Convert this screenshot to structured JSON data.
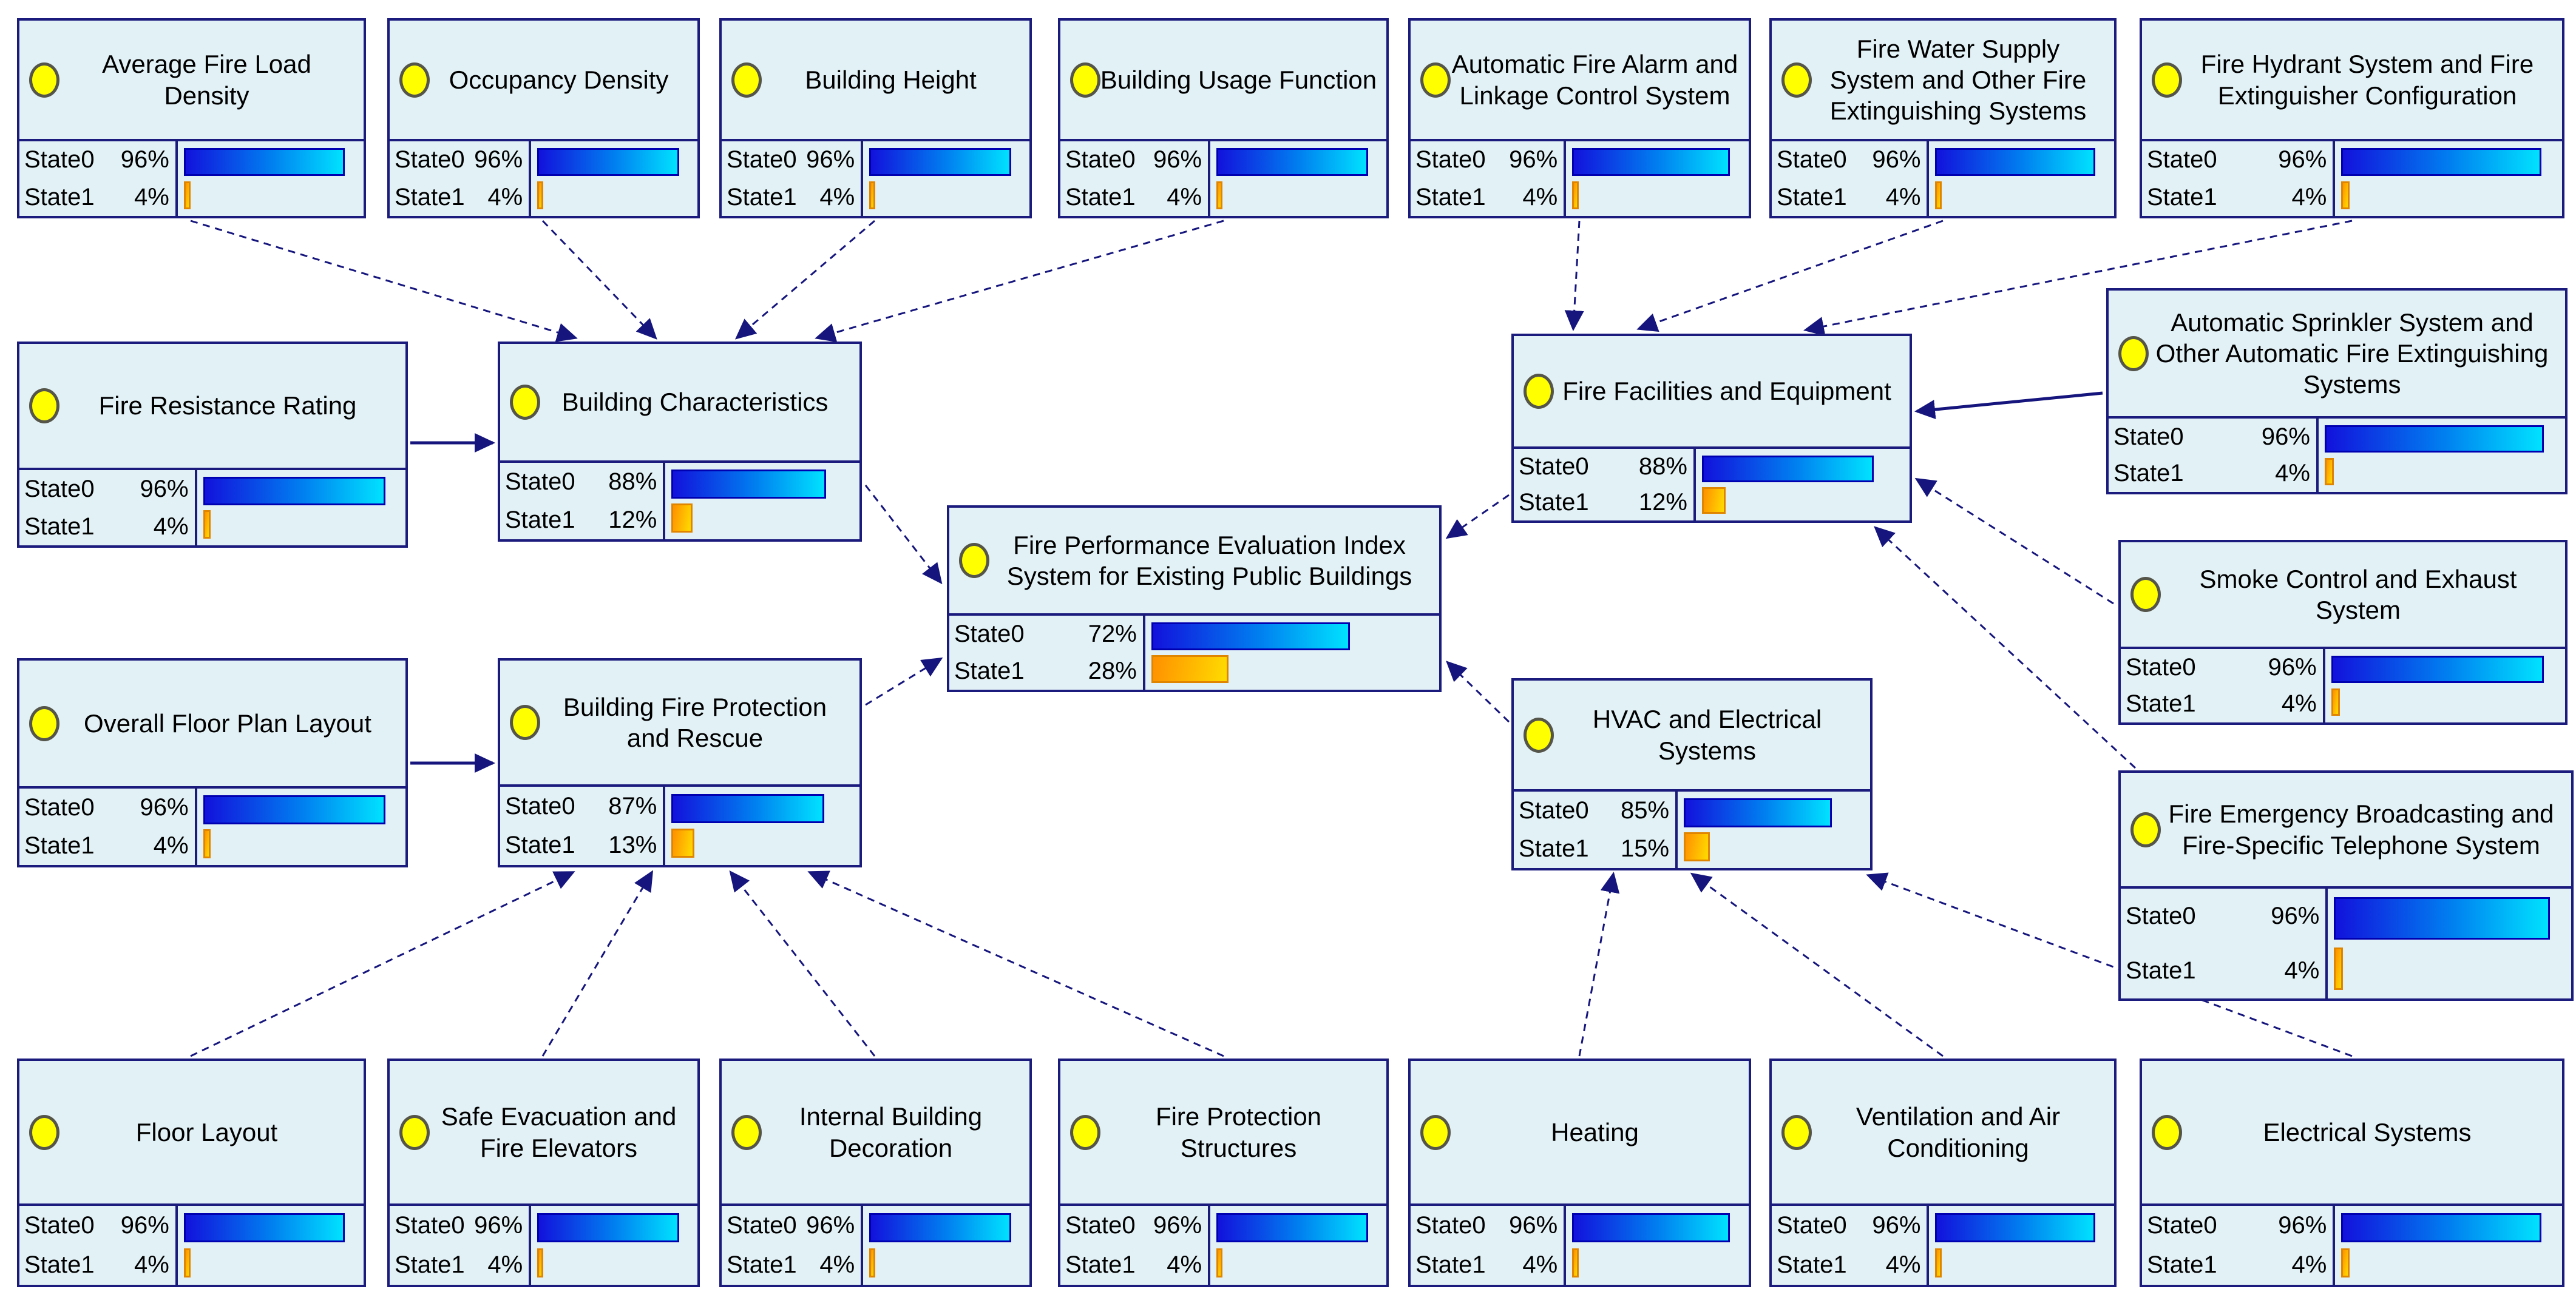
{
  "diagram": {
    "type": "bayesian-network",
    "colors": {
      "node_fill": "#e2f1f6",
      "node_border": "#1b1b7d",
      "arrow": "#15157d",
      "bar_blue_start": "#1212dc",
      "bar_blue_end": "#00e2ff",
      "bar_orange_start": "#ff9000",
      "bar_orange_end": "#ffdc00",
      "node_icon": "#ffff00"
    },
    "nodes": [
      {
        "id": "avg-fire-load-density",
        "title": "Average Fire Load Density",
        "states": [
          {
            "label": "State0",
            "value": 96,
            "display": "96%"
          },
          {
            "label": "State1",
            "value": 4,
            "display": "4%"
          }
        ]
      },
      {
        "id": "occupancy-density",
        "title": "Occupancy Density",
        "states": [
          {
            "label": "State0",
            "value": 96,
            "display": "96%"
          },
          {
            "label": "State1",
            "value": 4,
            "display": "4%"
          }
        ]
      },
      {
        "id": "building-height",
        "title": "Building Height",
        "states": [
          {
            "label": "State0",
            "value": 96,
            "display": "96%"
          },
          {
            "label": "State1",
            "value": 4,
            "display": "4%"
          }
        ]
      },
      {
        "id": "building-usage-function",
        "title": "Building Usage Function",
        "states": [
          {
            "label": "State0",
            "value": 96,
            "display": "96%"
          },
          {
            "label": "State1",
            "value": 4,
            "display": "4%"
          }
        ]
      },
      {
        "id": "automatic-fire-alarm-linkage",
        "title": "Automatic Fire Alarm and Linkage Control System",
        "states": [
          {
            "label": "State0",
            "value": 96,
            "display": "96%"
          },
          {
            "label": "State1",
            "value": 4,
            "display": "4%"
          }
        ]
      },
      {
        "id": "fire-water-supply",
        "title": "Fire Water Supply System and Other Fire Extinguishing Systems",
        "states": [
          {
            "label": "State0",
            "value": 96,
            "display": "96%"
          },
          {
            "label": "State1",
            "value": 4,
            "display": "4%"
          }
        ]
      },
      {
        "id": "fire-hydrant-extinguisher",
        "title": "Fire Hydrant System and Fire Extinguisher Configuration",
        "states": [
          {
            "label": "State0",
            "value": 96,
            "display": "96%"
          },
          {
            "label": "State1",
            "value": 4,
            "display": "4%"
          }
        ]
      },
      {
        "id": "fire-resistance-rating",
        "title": "Fire Resistance Rating",
        "states": [
          {
            "label": "State0",
            "value": 96,
            "display": "96%"
          },
          {
            "label": "State1",
            "value": 4,
            "display": "4%"
          }
        ]
      },
      {
        "id": "building-characteristics",
        "title": "Building Characteristics",
        "states": [
          {
            "label": "State0",
            "value": 88,
            "display": "88%"
          },
          {
            "label": "State1",
            "value": 12,
            "display": "12%"
          }
        ]
      },
      {
        "id": "overall-floor-plan-layout",
        "title": "Overall Floor Plan Layout",
        "states": [
          {
            "label": "State0",
            "value": 96,
            "display": "96%"
          },
          {
            "label": "State1",
            "value": 4,
            "display": "4%"
          }
        ]
      },
      {
        "id": "building-fire-protection-rescue",
        "title": "Building Fire Protection and Rescue",
        "states": [
          {
            "label": "State0",
            "value": 87,
            "display": "87%"
          },
          {
            "label": "State1",
            "value": 13,
            "display": "13%"
          }
        ]
      },
      {
        "id": "fire-performance-index",
        "title": "Fire Performance Evaluation Index System for Existing Public Buildings",
        "states": [
          {
            "label": "State0",
            "value": 72,
            "display": "72%"
          },
          {
            "label": "State1",
            "value": 28,
            "display": "28%"
          }
        ]
      },
      {
        "id": "fire-facilities-equipment",
        "title": "Fire Facilities and Equipment",
        "states": [
          {
            "label": "State0",
            "value": 88,
            "display": "88%"
          },
          {
            "label": "State1",
            "value": 12,
            "display": "12%"
          }
        ]
      },
      {
        "id": "hvac-electrical-systems",
        "title": "HVAC and Electrical Systems",
        "states": [
          {
            "label": "State0",
            "value": 85,
            "display": "85%"
          },
          {
            "label": "State1",
            "value": 15,
            "display": "15%"
          }
        ]
      },
      {
        "id": "automatic-sprinkler",
        "title": "Automatic Sprinkler System and Other Automatic Fire Extinguishing Systems",
        "states": [
          {
            "label": "State0",
            "value": 96,
            "display": "96%"
          },
          {
            "label": "State1",
            "value": 4,
            "display": "4%"
          }
        ]
      },
      {
        "id": "smoke-control-exhaust",
        "title": "Smoke Control and Exhaust System",
        "states": [
          {
            "label": "State0",
            "value": 96,
            "display": "96%"
          },
          {
            "label": "State1",
            "value": 4,
            "display": "4%"
          }
        ]
      },
      {
        "id": "fire-emergency-broadcasting",
        "title": "Fire Emergency Broadcasting and Fire-Specific Telephone System",
        "states": [
          {
            "label": "State0",
            "value": 96,
            "display": "96%"
          },
          {
            "label": "State1",
            "value": 4,
            "display": "4%"
          }
        ]
      },
      {
        "id": "floor-layout",
        "title": "Floor Layout",
        "states": [
          {
            "label": "State0",
            "value": 96,
            "display": "96%"
          },
          {
            "label": "State1",
            "value": 4,
            "display": "4%"
          }
        ]
      },
      {
        "id": "safe-evacuation-fire-elevators",
        "title": "Safe Evacuation and Fire Elevators",
        "states": [
          {
            "label": "State0",
            "value": 96,
            "display": "96%"
          },
          {
            "label": "State1",
            "value": 4,
            "display": "4%"
          }
        ]
      },
      {
        "id": "internal-building-decoration",
        "title": "Internal Building Decoration",
        "states": [
          {
            "label": "State0",
            "value": 96,
            "display": "96%"
          },
          {
            "label": "State1",
            "value": 4,
            "display": "4%"
          }
        ]
      },
      {
        "id": "fire-protection-structures",
        "title": "Fire Protection Structures",
        "states": [
          {
            "label": "State0",
            "value": 96,
            "display": "96%"
          },
          {
            "label": "State1",
            "value": 4,
            "display": "4%"
          }
        ]
      },
      {
        "id": "heating",
        "title": "Heating",
        "states": [
          {
            "label": "State0",
            "value": 96,
            "display": "96%"
          },
          {
            "label": "State1",
            "value": 4,
            "display": "4%"
          }
        ]
      },
      {
        "id": "ventilation-air-conditioning",
        "title": "Ventilation and Air Conditioning",
        "states": [
          {
            "label": "State0",
            "value": 96,
            "display": "96%"
          },
          {
            "label": "State1",
            "value": 4,
            "display": "4%"
          }
        ]
      },
      {
        "id": "electrical-systems",
        "title": "Electrical Systems",
        "states": [
          {
            "label": "State0",
            "value": 96,
            "display": "96%"
          },
          {
            "label": "State1",
            "value": 4,
            "display": "4%"
          }
        ]
      }
    ],
    "edges": [
      {
        "from": "avg-fire-load-density",
        "to": "building-characteristics"
      },
      {
        "from": "occupancy-density",
        "to": "building-characteristics"
      },
      {
        "from": "building-height",
        "to": "building-characteristics"
      },
      {
        "from": "building-usage-function",
        "to": "building-characteristics"
      },
      {
        "from": "fire-resistance-rating",
        "to": "building-characteristics"
      },
      {
        "from": "building-characteristics",
        "to": "fire-performance-index"
      },
      {
        "from": "overall-floor-plan-layout",
        "to": "building-fire-protection-rescue"
      },
      {
        "from": "floor-layout",
        "to": "building-fire-protection-rescue"
      },
      {
        "from": "safe-evacuation-fire-elevators",
        "to": "building-fire-protection-rescue"
      },
      {
        "from": "internal-building-decoration",
        "to": "building-fire-protection-rescue"
      },
      {
        "from": "fire-protection-structures",
        "to": "building-fire-protection-rescue"
      },
      {
        "from": "building-fire-protection-rescue",
        "to": "fire-performance-index"
      },
      {
        "from": "automatic-fire-alarm-linkage",
        "to": "fire-facilities-equipment"
      },
      {
        "from": "fire-water-supply",
        "to": "fire-facilities-equipment"
      },
      {
        "from": "fire-hydrant-extinguisher",
        "to": "fire-facilities-equipment"
      },
      {
        "from": "automatic-sprinkler",
        "to": "fire-facilities-equipment"
      },
      {
        "from": "smoke-control-exhaust",
        "to": "fire-facilities-equipment"
      },
      {
        "from": "fire-emergency-broadcasting",
        "to": "fire-facilities-equipment"
      },
      {
        "from": "fire-facilities-equipment",
        "to": "fire-performance-index"
      },
      {
        "from": "heating",
        "to": "hvac-electrical-systems"
      },
      {
        "from": "ventilation-air-conditioning",
        "to": "hvac-electrical-systems"
      },
      {
        "from": "electrical-systems",
        "to": "hvac-electrical-systems"
      },
      {
        "from": "hvac-electrical-systems",
        "to": "fire-performance-index"
      }
    ]
  }
}
